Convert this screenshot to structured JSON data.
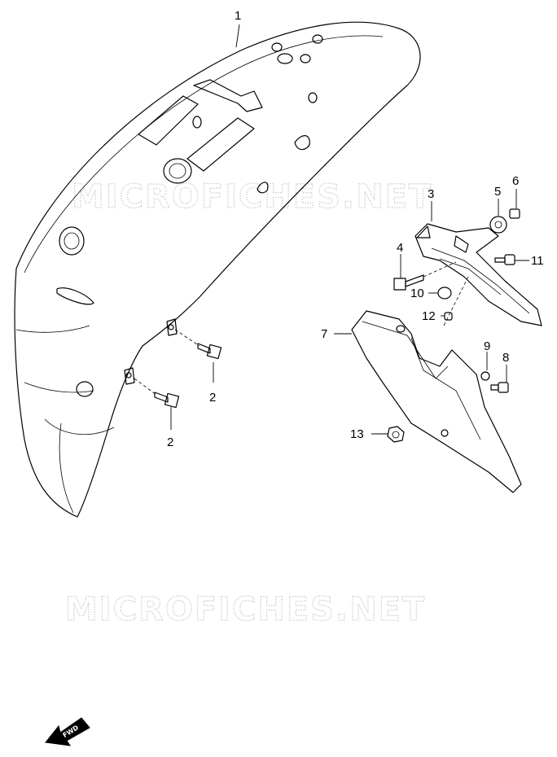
{
  "watermark": "MICROFICHES.NET",
  "direction_label": "FWD",
  "callouts": {
    "p1": "1",
    "p2a": "2",
    "p2b": "2",
    "p3": "3",
    "p4": "4",
    "p5": "5",
    "p6": "6",
    "p7": "7",
    "p8": "8",
    "p9": "9",
    "p10": "10",
    "p11": "11",
    "p12": "12",
    "p13": "13"
  }
}
